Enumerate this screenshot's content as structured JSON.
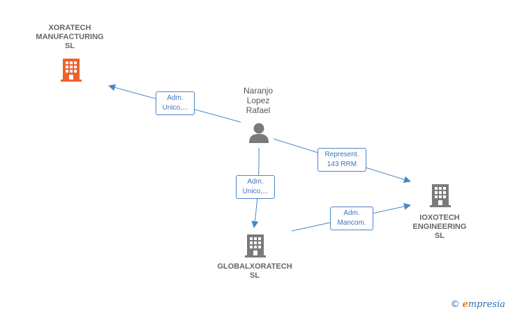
{
  "nodes": {
    "xoratech": {
      "name": "XORATECH\nMANUFACTURING\nSL",
      "color": "#f0602a",
      "icon": "building-icon"
    },
    "person": {
      "name": "Naranjo\nLopez\nRafael",
      "color": "#7a7a7a",
      "icon": "person-icon"
    },
    "ioxotech": {
      "name": "IOXOTECH\nENGINEERING\nSL",
      "color": "#7a7a7a",
      "icon": "building-icon"
    },
    "globalxoratech": {
      "name": "GLOBALXORATECH\nSL",
      "color": "#7a7a7a",
      "icon": "building-icon"
    }
  },
  "edges": {
    "person_xoratech": "Adm.\nUnico,...",
    "person_ioxotech": "Represent.\n143 RRM",
    "person_global": "Adm.\nUnico,...",
    "global_ioxotech": "Adm.\nMancom."
  },
  "colors": {
    "edge": "#4a86c8"
  },
  "watermark": {
    "symbol": "©",
    "brand": "mpresia",
    "brand_initial": "e"
  }
}
